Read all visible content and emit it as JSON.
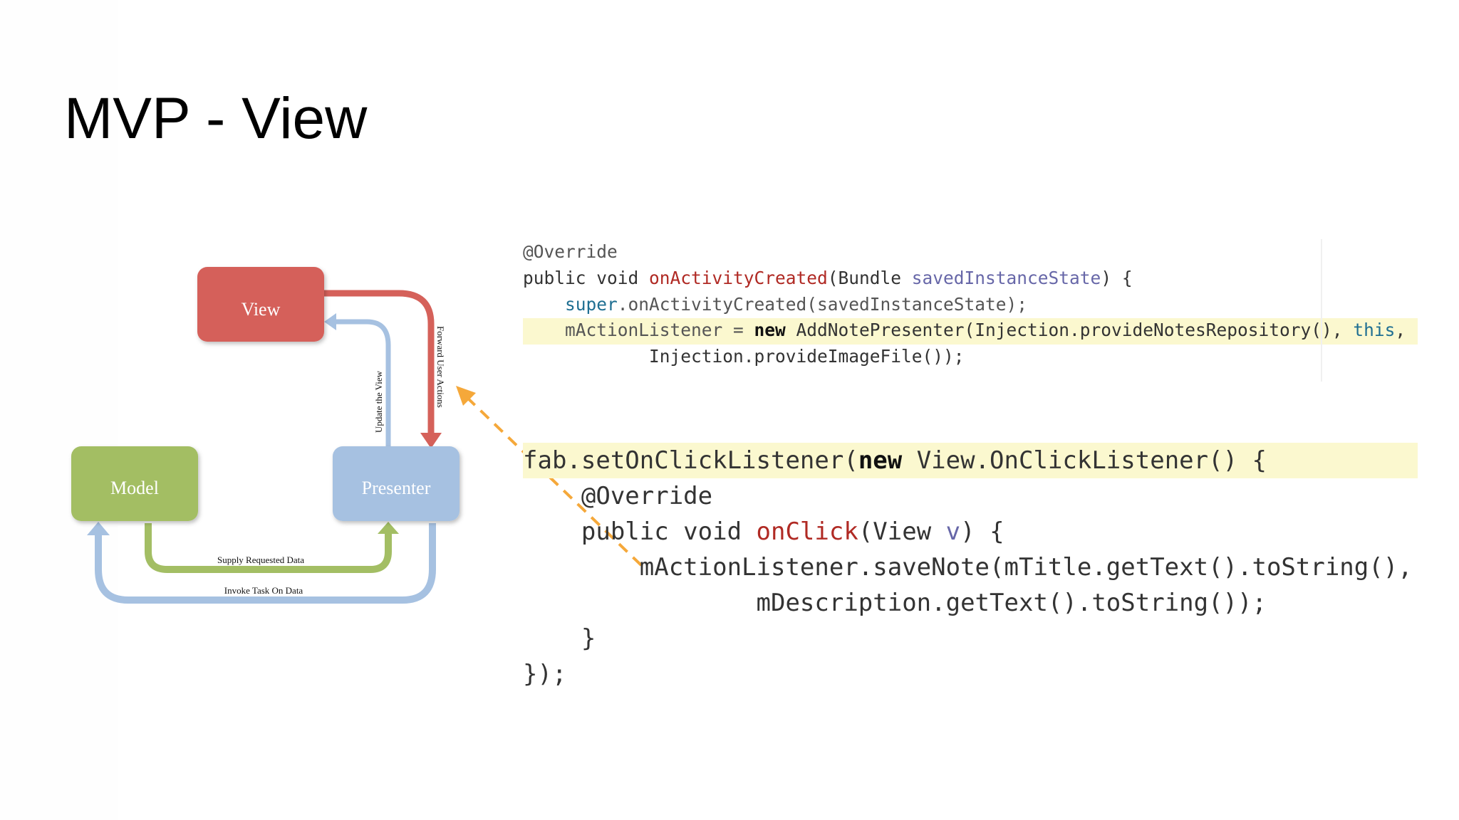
{
  "slide": {
    "title": "MVP - View"
  },
  "diagram": {
    "nodes": {
      "view": "View",
      "model": "Model",
      "presenter": "Presenter"
    },
    "edges": {
      "forward": "Forward User Actions",
      "update": "Update the View",
      "supply": "Supply Requested Data",
      "invoke": "Invoke Task On Data"
    },
    "colors": {
      "view": "#d5615a",
      "model": "#a3be64",
      "presenter": "#a6c1e1",
      "annotation_arrow": "#f5a83a"
    }
  },
  "code_small": {
    "l1_annot": "@Override",
    "l2_a": "public void ",
    "l2_method": "onActivityCreated",
    "l2_b": "(Bundle ",
    "l2_param": "savedInstanceState",
    "l2_c": ") {",
    "l3_indent": "    ",
    "l3_super": "super",
    "l3_rest": ".onActivityCreated(savedInstanceState);",
    "l4_indent": "    ",
    "l4_a": "mActionListener = ",
    "l4_new": "new",
    "l4_b": " AddNotePresenter(Injection.provideNotesRepository(), ",
    "l4_this": "this",
    "l4_c": ",",
    "l5": "            Injection.provideImageFile());"
  },
  "code_large": {
    "l1_a": "fab.setOnClickListener(",
    "l1_new": "new",
    "l1_b": " View.OnClickListener() {",
    "l2": "    @Override",
    "l3_a": "    public void ",
    "l3_method": "onClick",
    "l3_b": "(View ",
    "l3_param": "v",
    "l3_c": ") {",
    "l4": "        mActionListener.saveNote(mTitle.getText().toString(),",
    "l5": "                mDescription.getText().toString());",
    "l6": "    }",
    "l7": "});"
  }
}
